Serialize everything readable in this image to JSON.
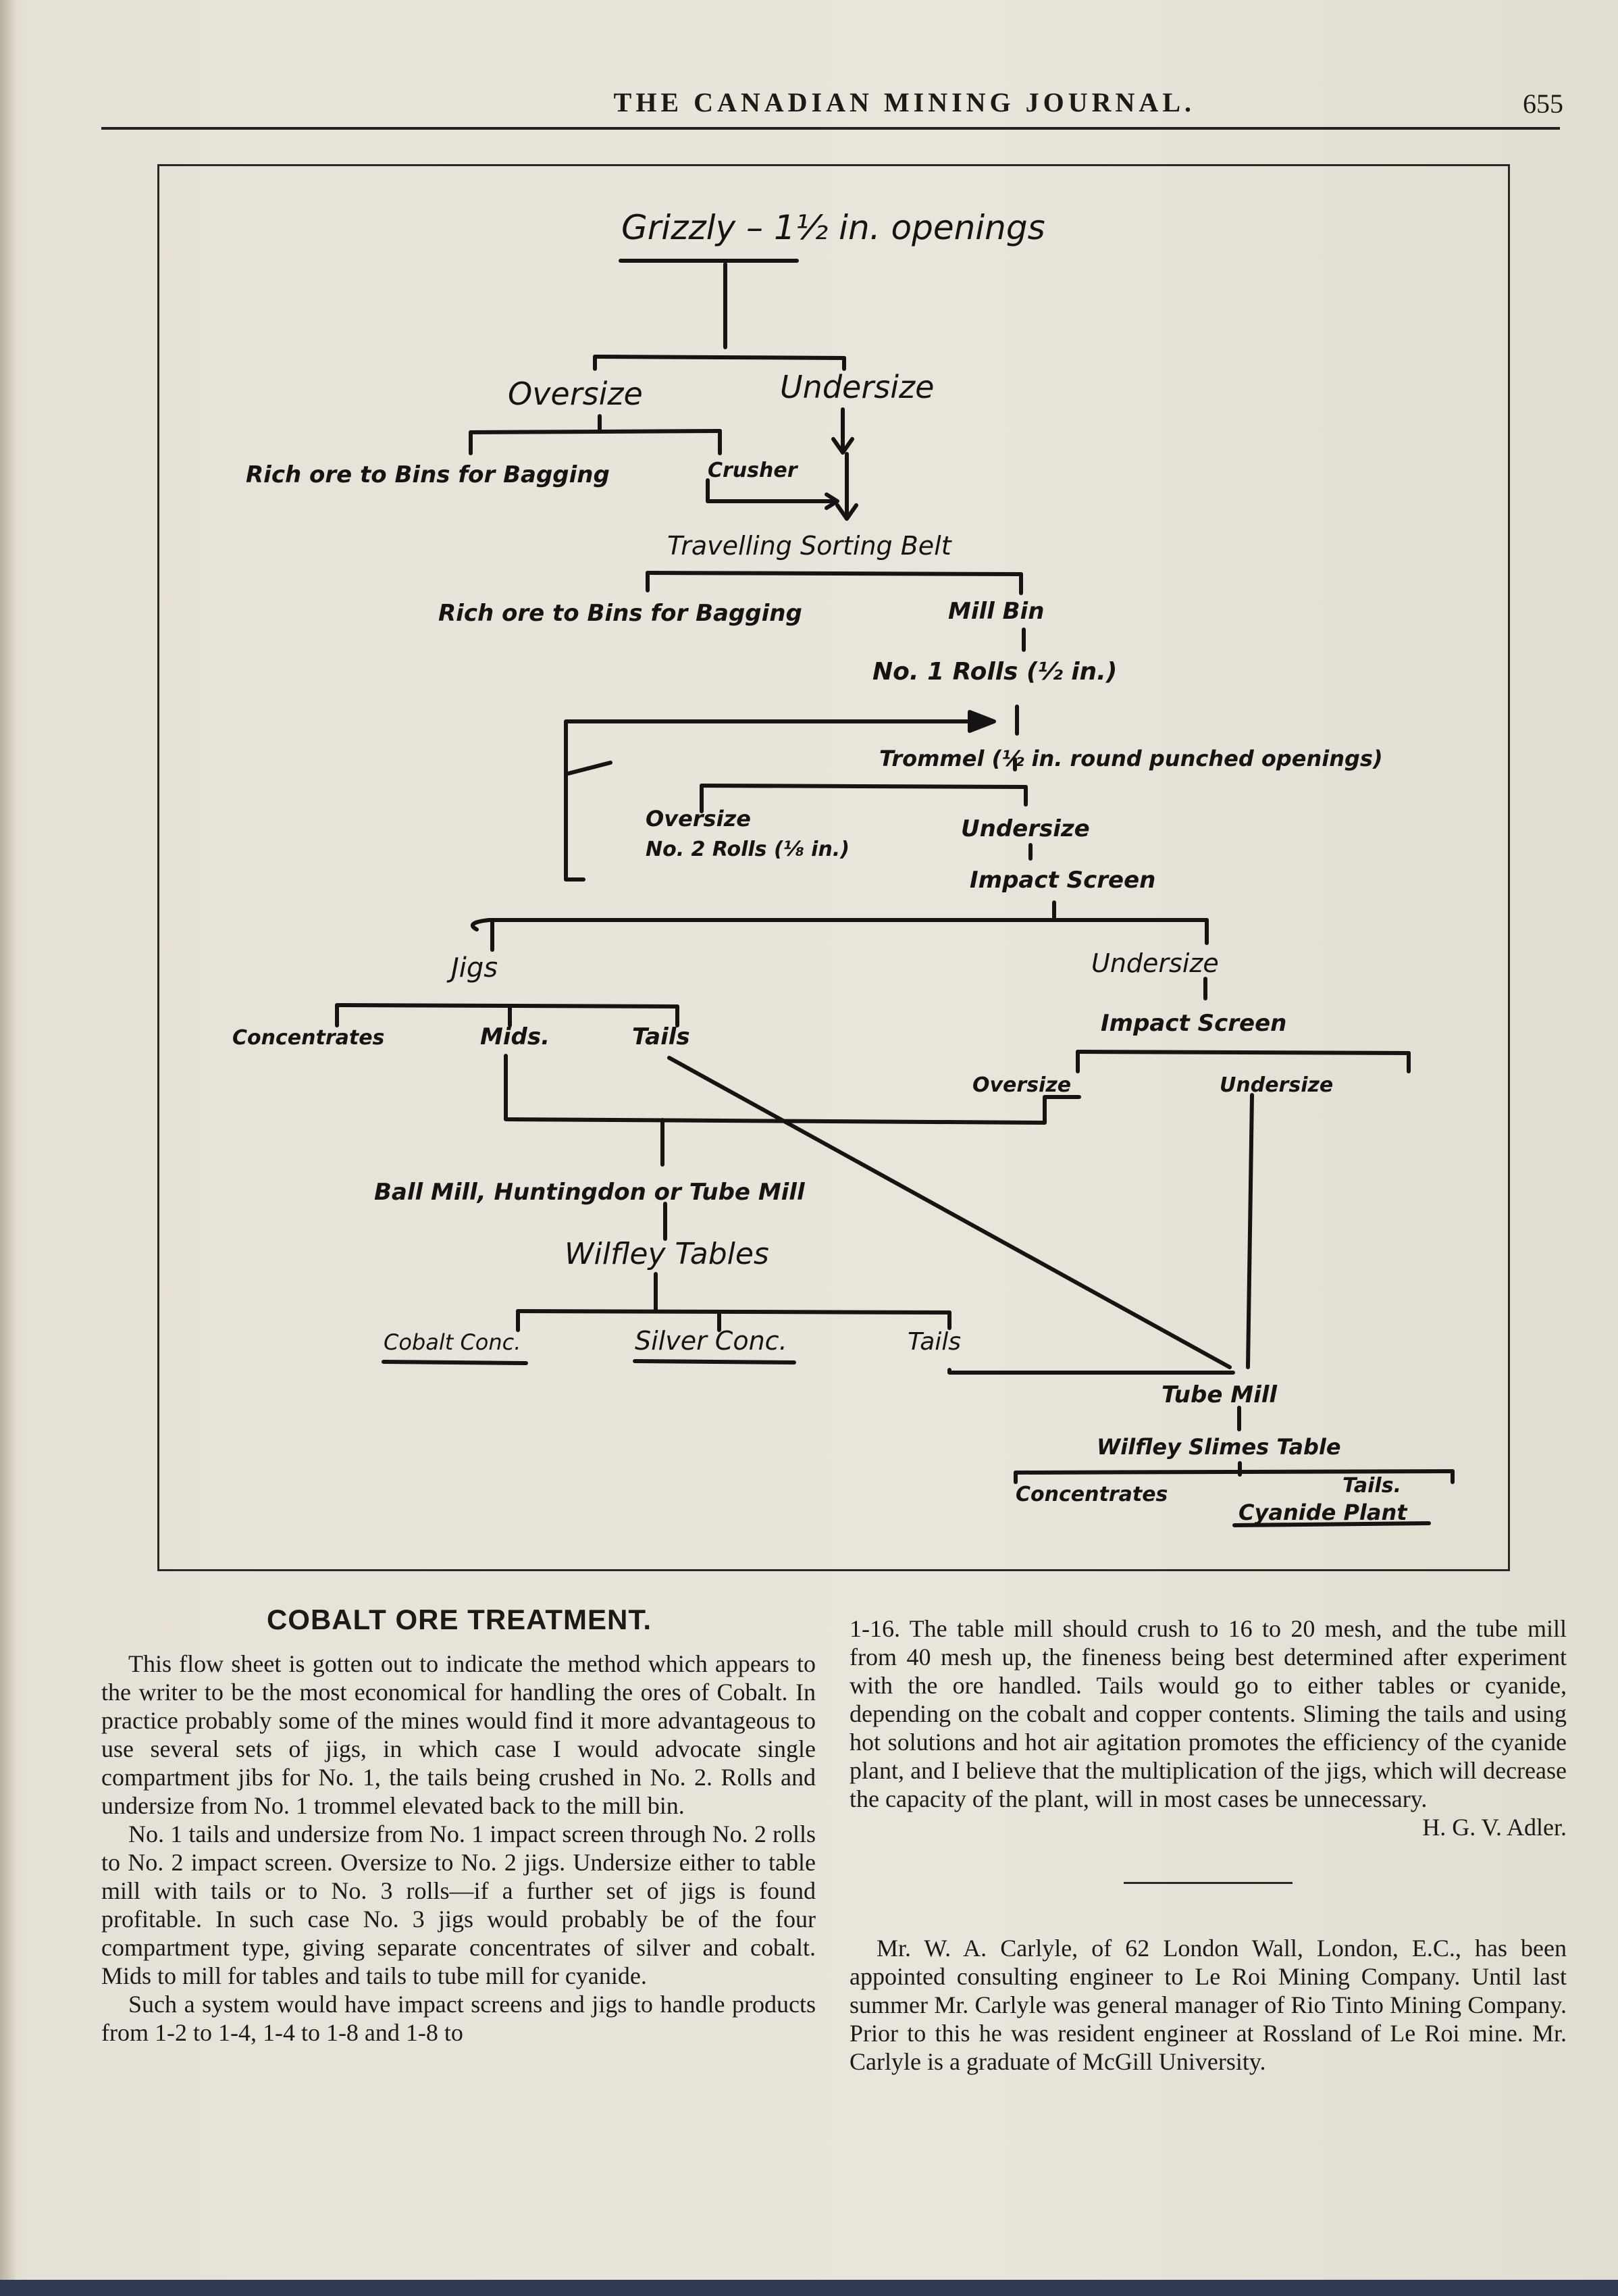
{
  "header": {
    "journal_title": "THE CANADIAN MINING JOURNAL.",
    "page_number": "655"
  },
  "figure": {
    "grizzly": "Grizzly – 1½ in. openings",
    "oversize_1": "Oversize",
    "undersize_1": "Undersize",
    "rich_ore_bins_1": "Rich ore to Bins for Bagging",
    "crusher": "Crusher",
    "sorting_belt": "Travelling Sorting Belt",
    "rich_ore_bins_2": "Rich ore to Bins for Bagging",
    "mill_bin": "Mill Bin",
    "rolls_1": "No. 1 Rolls (½ in.)",
    "trommel": "Trommel (½ in. round punched openings)",
    "oversize_2": "Oversize",
    "rolls_2": "No. 2 Rolls (⅛ in.)",
    "undersize_2": "Undersize",
    "impact_screen_1": "Impact Screen",
    "jigs": "Jigs",
    "undersize_3": "Undersize",
    "concentrates_1": "Concentrates",
    "mids": "Mids.",
    "tails_1": "Tails",
    "impact_screen_2": "Impact Screen",
    "oversize_3": "Oversize",
    "undersize_4": "Undersize",
    "ball_mill": "Ball Mill, Huntingdon or Tube Mill",
    "wilfley_tables": "Wilfley Tables",
    "cobalt_conc": "Cobalt Conc.",
    "silver_conc": "Silver Conc.",
    "tails_2": "Tails",
    "tube_mill": "Tube Mill",
    "slimes_table": "Wilfley Slimes Table",
    "concentrates_2": "Concentrates",
    "tails_3": "Tails.",
    "cyanide_plant": "Cyanide Plant"
  },
  "article": {
    "title": "COBALT ORE TREATMENT.",
    "left_paragraphs": [
      "This flow sheet is gotten out to indicate the method which appears to the writer to be the most economical for handling the ores of Cobalt. In practice probably some of the mines would find it more advantageous to use several sets of jigs, in which case I would advocate single compartment jibs for No. 1, the tails being crushed in No. 2. Rolls and undersize from No. 1 trommel elevated back to the mill bin.",
      "No. 1 tails and undersize from No. 1 impact screen through No. 2 rolls to No. 2 impact screen. Oversize to No. 2 jigs. Undersize either to table mill with tails or to No. 3 rolls—if a further set of jigs is found profitable. In such case No. 3 jigs would probably be of the four compartment type, giving separate concentrates of silver and cobalt. Mids to mill for tables and tails to tube mill for cyanide.",
      "Such a system would have impact screens and jigs to handle products from 1-2 to 1-4, 1-4 to 1-8 and 1-8 to"
    ],
    "right_paragraph": "1-16. The table mill should crush to 16 to 20 mesh, and the tube mill from 40 mesh up, the fineness being best determined after experiment with the ore handled. Tails would go to either tables or cyanide, depending on the cobalt and copper contents. Sliming the tails and using hot solutions and hot air agitation promotes the efficiency of the cyanide plant, and I believe that the multiplication of the jigs, which will decrease the capacity of the plant, will in most cases be unnecessary.",
    "signature": "H. G. V. Adler."
  },
  "notice": {
    "text": "Mr. W. A. Carlyle, of 62 London Wall, London, E.C., has been appointed consulting engineer to Le Roi Mining Company. Until last summer Mr. Carlyle was general manager of Rio Tinto Mining Company. Prior to this he was resident engineer at Rossland of Le Roi mine. Mr. Carlyle is a graduate of McGill University."
  }
}
